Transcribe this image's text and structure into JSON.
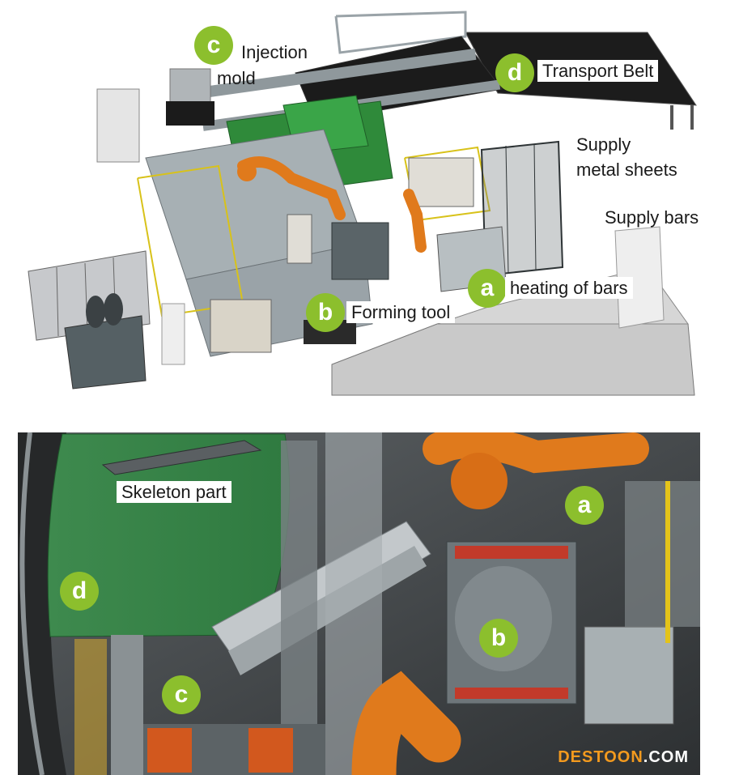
{
  "top_diagram": {
    "labels": {
      "c_marker": "c",
      "c_text_line1": "Injection",
      "c_text_line2": "mold",
      "d_marker": "d",
      "d_text": "Transport Belt",
      "supply_metal_line1": "Supply",
      "supply_metal_line2": "metal sheets",
      "supply_bars": "Supply bars",
      "a_marker": "a",
      "a_text": "heating of bars",
      "b_marker": "b",
      "b_text": "Forming tool"
    }
  },
  "bottom_photo": {
    "labels": {
      "skeleton_part": "Skeleton part",
      "a_marker": "a",
      "b_marker": "b",
      "c_marker": "c",
      "d_marker": "d"
    }
  },
  "watermark": {
    "part1": "DESTOON",
    "part2": ".COM"
  },
  "colors": {
    "marker_green": "#8cbf2d",
    "machine_green": "#2f8a3a",
    "robot_orange": "#e07a1c",
    "belt_black": "#1b1b1b",
    "structure_gray": "#9aa3a8",
    "floor_gray": "#c9c9c9"
  }
}
